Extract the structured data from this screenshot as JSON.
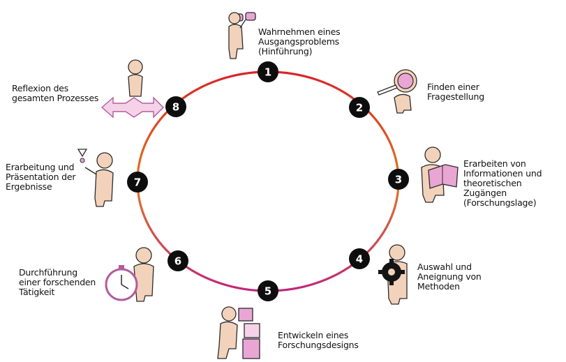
{
  "steps": [
    {
      "number": "1",
      "label": "Wahrnehmen eines\nAusgangsproblems\n(Hinführung)",
      "icon": "person-binoculars-icon"
    },
    {
      "number": "2",
      "label": "Finden einer\nFragestellung",
      "icon": "person-magnifying-glass-icon"
    },
    {
      "number": "3",
      "label": "Erarbeiten von\nInformationen und\ntheoretischen Zugängen\n(Forschungslage)",
      "icon": "person-reading-icon"
    },
    {
      "number": "4",
      "label": "Auswahl und\nAneignung von\nMethoden",
      "icon": "person-gear-icon"
    },
    {
      "number": "5",
      "label": "Entwickeln eines\nForschungsdesigns",
      "icon": "person-building-blocks-icon"
    },
    {
      "number": "6",
      "label": "Durchführung\neiner forschenden\nTätigkeit",
      "icon": "person-stopwatch-icon"
    },
    {
      "number": "7",
      "label": "Erarbeitung und\nPräsentation der\nErgebnisse",
      "icon": "person-presenting-icon"
    },
    {
      "number": "8",
      "label": "Reflexion des\ngesamten Prozesses",
      "icon": "person-arrows-icon"
    }
  ],
  "colors": {
    "ring_top": "#d8242a",
    "ring_middle": "#e07820",
    "ring_bottom": "#c0267a",
    "badge": "#0d0d0d",
    "badge_text": "#ffffff",
    "figure_skin": "#f3d2bb",
    "figure_outline": "#2a2a2a",
    "accent_pink": "#e9a6d4",
    "accent_pink_dark": "#b25c9e"
  }
}
